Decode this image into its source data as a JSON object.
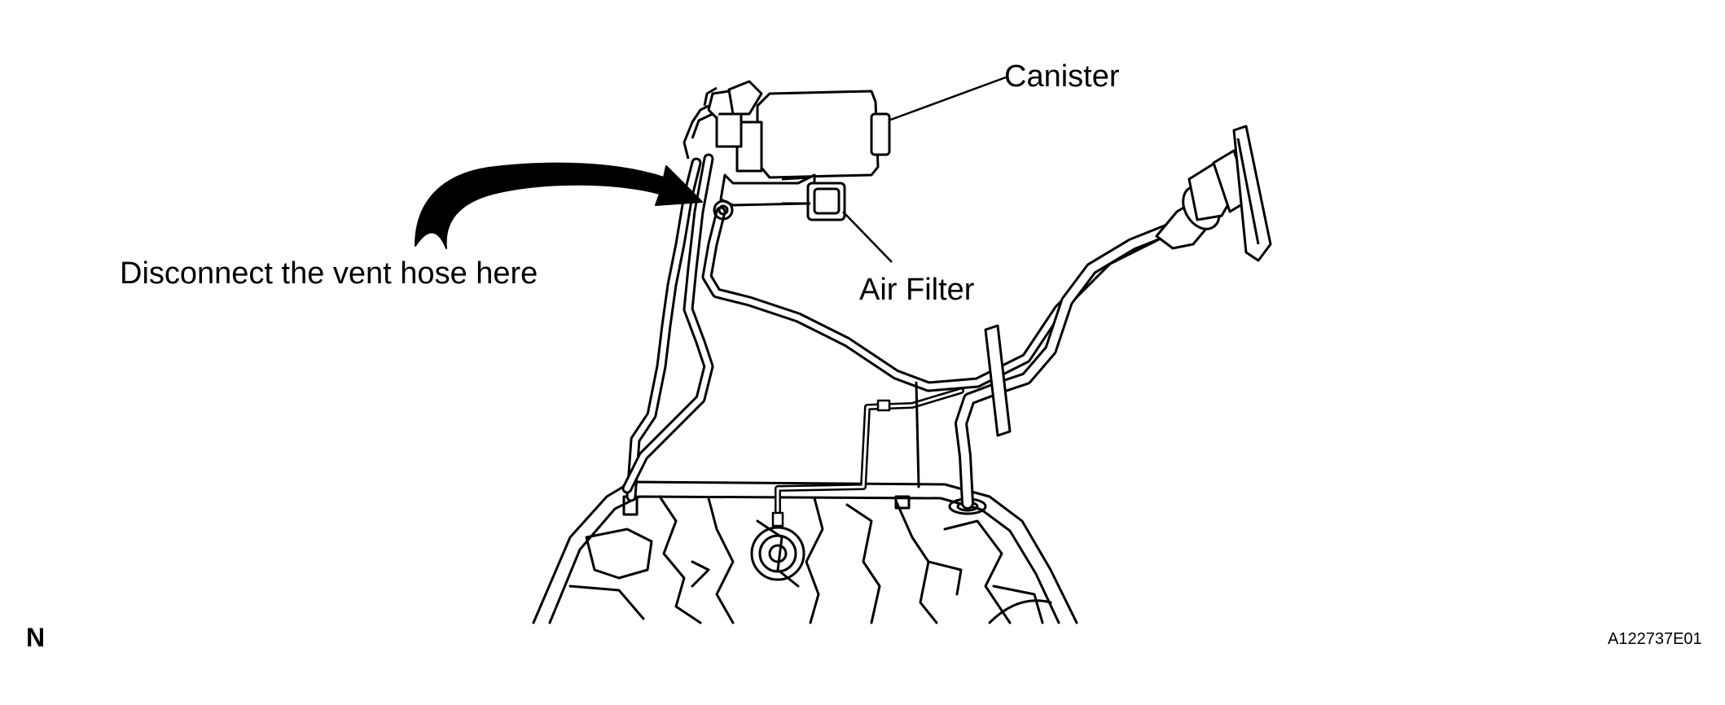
{
  "labels": {
    "canister": "Canister",
    "air_filter": "Air Filter",
    "disconnect_note": "Disconnect the vent hose here",
    "view_marker": "N",
    "figure_code": "A122737E01"
  },
  "colors": {
    "line": "#000000",
    "background": "#ffffff"
  },
  "icons": {
    "pointer": "curved-arrow-icon"
  }
}
